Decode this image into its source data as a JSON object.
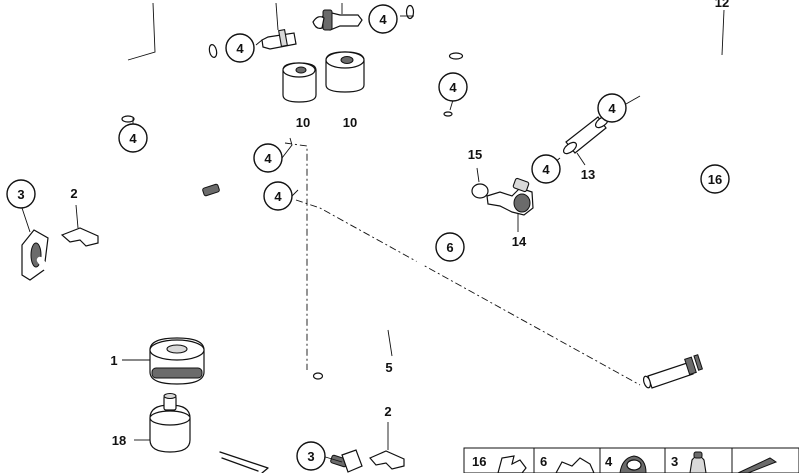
{
  "callouts": {
    "c4_top_mid": "4",
    "c4_top_right": "4",
    "c4_left": "4",
    "c4_hose5_top": "4",
    "c4_center_a": "4",
    "c4_center_b": "4",
    "c4_right_a": "4",
    "c4_right_b": "4",
    "c3_left": "3",
    "c3_bottom": "3",
    "c6": "6",
    "c16": "16"
  },
  "labels": {
    "n10a": "10",
    "n10b": "10",
    "n12": "12",
    "n15": "15",
    "n13": "13",
    "n14": "14",
    "n2_top": "2",
    "n2_bottom": "2",
    "n1": "1",
    "n18": "18",
    "n5": "5"
  },
  "legend": [
    {
      "number": "16"
    },
    {
      "number": "6"
    },
    {
      "number": "4"
    },
    {
      "number": "3"
    }
  ]
}
